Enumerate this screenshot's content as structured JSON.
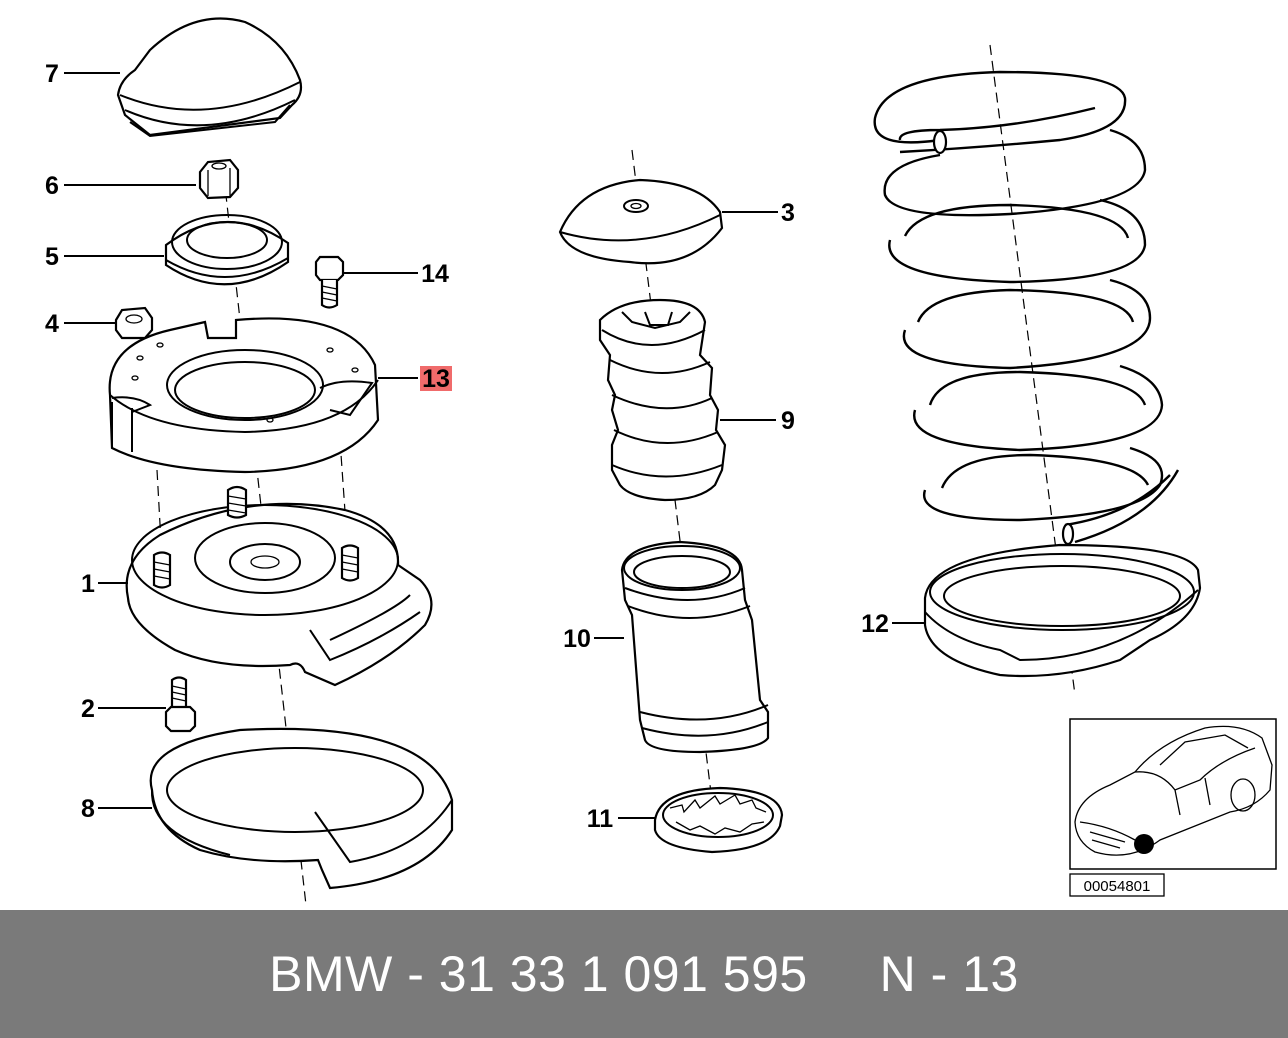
{
  "callouts": {
    "p1": "1",
    "p2": "2",
    "p3": "3",
    "p4": "4",
    "p5": "5",
    "p6": "6",
    "p7": "7",
    "p8": "8",
    "p9": "9",
    "p10": "10",
    "p11": "11",
    "p12": "12",
    "p13": "13",
    "p14": "14"
  },
  "highlight_color": "#f06b6b",
  "inset": {
    "label": "00054801"
  },
  "footer": {
    "text": "BMW - 31 33 1 091 595     N - 13"
  }
}
